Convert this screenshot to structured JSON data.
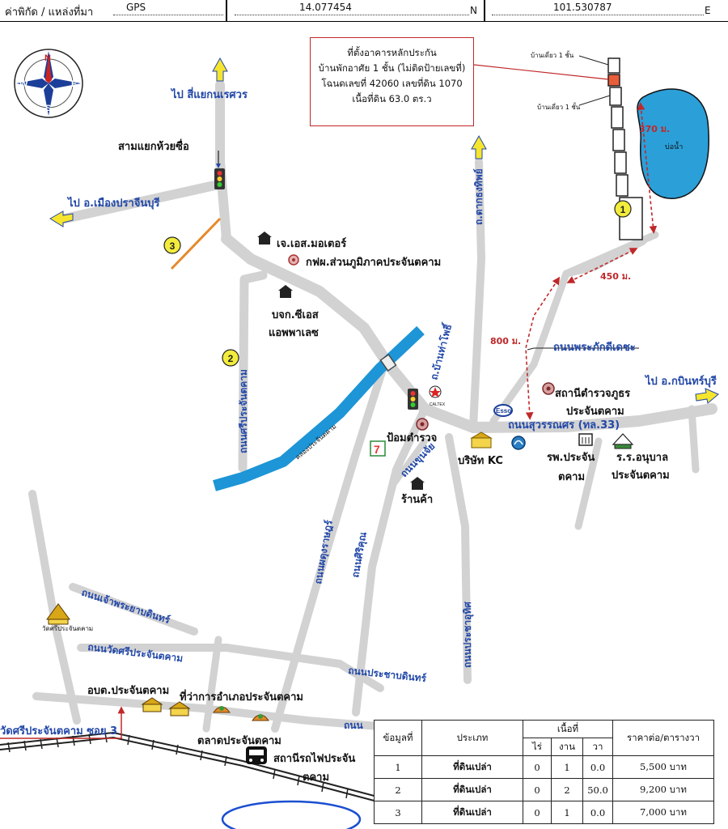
{
  "header": {
    "coord_label": "ค่าพิกัด / แหล่งที่มา",
    "source": "GPS",
    "latitude": "14.077454",
    "lat_suffix": "N",
    "longitude": "101.530787",
    "lon_suffix": "E"
  },
  "compass": {
    "n": "N",
    "s": "S",
    "e": "E",
    "w": "W"
  },
  "info_box": {
    "line1": "ที่ตั้งอาคารหลักประกัน",
    "line2": "บ้านพักอาศัย 1 ชั้น (ไม่ติดป้ายเลขที่)",
    "line3": "โฉนดเลขที่ 42060 เลขที่ดิน 1070",
    "line4": "เนื้อที่ดิน 63.0 ตร.ว"
  },
  "labels": {
    "to_naresuan": "ไป สี่แยกนเรศวร",
    "huai_so_junction": "สามแยกห้วยซื่อ",
    "to_prachinburi": "ไป อ.เมืองปราจีนบุรี",
    "js_motor": "เจ.เอส.มอเตอร์",
    "pea_office": "กฟผ.ส่วนภูมิภาคประจันตคาม",
    "ces_line1": "บจก.ซีเอส",
    "ces_line2": "แอพพาเลซ",
    "rd_si_prachantakham": "ถนนศรีประจันตคาม",
    "canal": "คลองประจันตคาม",
    "rd_ban_tha_pho": "ถ.บ้านท่าโพธิ์",
    "rd_tak_thong_thip": "ถ.ตากธงทิพย์",
    "rd_phra_phakdi": "ถนนพระภักดีเดชะ",
    "dist_800": "800 ม.",
    "dist_450": "450 ม.",
    "dist_370": "370 ม.",
    "pond": "บ่อน้ำ",
    "house_top": "บ้านเดี่ยว 1 ชั้น",
    "house_bottom": "บ้านเดี่ยว 1 ชั้น",
    "police_line1": "สถานีตำรวจภูธร",
    "police_line2": "ประจันตคาม",
    "to_kabinburi": "ไป อ.กบินทร์บุรี",
    "rd_suwannason": "ถนนสุวรรณศร (ทล.33)",
    "police_box": "ป้อมตำรวจ",
    "kc_company": "บริษัท KC",
    "hospital_line1": "รพ.ประจัน",
    "hospital_line2": "ตคาม",
    "kindergarten_line1": "ร.ร.อนุบาล",
    "kindergarten_line2": "ประจันตคาม",
    "rd_khun_chai": "ถนนขุนจัย",
    "shop": "ร้านค้า",
    "rd_phadung_rat": "ถนนผดุงราษฎร์",
    "rd_sirikun": "ถนนศิริคุณ",
    "rd_prachathit": "ถนนประชาอุทิศ",
    "rd_chao_phraya": "ถนนเจ้าพระยาบดินทร์",
    "wat_si": "วัดศรีประจันตคาม",
    "rd_wat_si": "ถนนวัดศรีประจันตคาม",
    "rd_prachabodin": "ถนนประชาบดินทร์",
    "obt": "อบต.ประจันตคาม",
    "district_office": "ที่ว่าการอำเภอประจันตคาม",
    "market": "ตลาดประจันตคาม",
    "soi3": "วัดศรีประจันตคาม ซอย 3",
    "rd_bottom": "ถนน",
    "station_line1": "สถานีรถไฟประจัน",
    "station_line2": "ตคาม",
    "caltex": "CALTEX",
    "esso": "Esso"
  },
  "markers": [
    "1",
    "2",
    "3"
  ],
  "colors": {
    "road": "#d2d2d2",
    "road_label": "#2147a8",
    "canal": "#1d95d6",
    "pond": "#2b9fd8",
    "marker_fill": "#f2ec3c",
    "distance_red": "#c0282a",
    "arrow_yellow": "#f6e52d",
    "plot3_line": "#e6892a"
  },
  "table": {
    "headers": {
      "no": "ข้อมูลที่",
      "type": "ประเภท",
      "area": "เนื้อที่",
      "rai": "ไร่",
      "ngan": "งาน",
      "wa": "วา",
      "price": "ราคาต่อ/ตารางวา"
    },
    "rows": [
      {
        "no": "1",
        "type": "ที่ดินเปล่า",
        "rai": "0",
        "ngan": "1",
        "wa": "0.0",
        "price": "5,500 บาท"
      },
      {
        "no": "2",
        "type": "ที่ดินเปล่า",
        "rai": "0",
        "ngan": "2",
        "wa": "50.0",
        "price": "9,200 บาท"
      },
      {
        "no": "3",
        "type": "ที่ดินเปล่า",
        "rai": "0",
        "ngan": "1",
        "wa": "0.0",
        "price": "7,000 บาท"
      }
    ]
  }
}
